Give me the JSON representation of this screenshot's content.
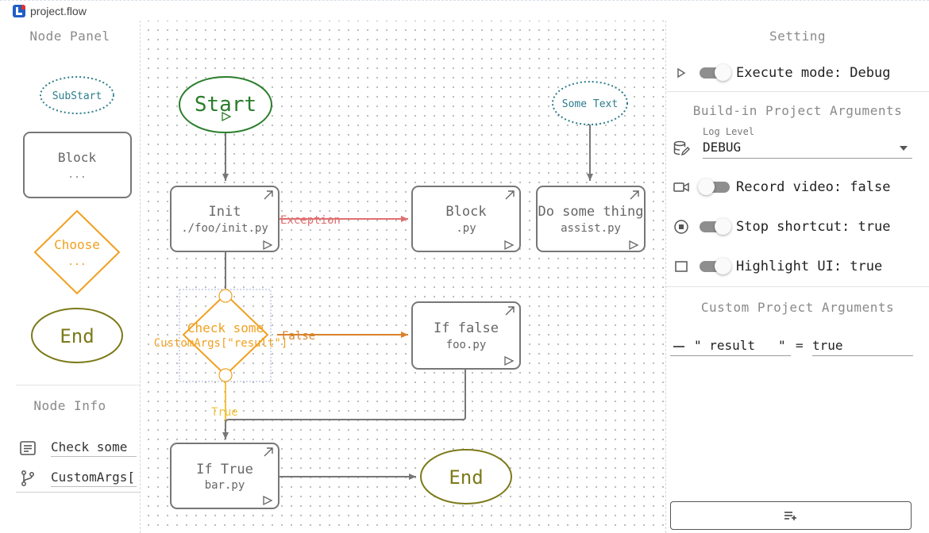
{
  "window": {
    "title": "project.flow"
  },
  "left_panel": {
    "node_panel_title": "Node Panel",
    "palette": {
      "substart": "SubStart",
      "block_title": "Block",
      "block_sub": "...",
      "choose_title": "Choose",
      "choose_sub": "...",
      "end": "End"
    },
    "node_info_title": "Node Info",
    "node_info": {
      "name_value": "Check some",
      "condition_value": "CustomArgs["
    }
  },
  "canvas": {
    "start": "Start",
    "some_text": "Some Text",
    "init": {
      "title": "Init",
      "sub": "./foo/init.py"
    },
    "block": {
      "title": "Block",
      "sub": ".py"
    },
    "do_some_thing": {
      "title": "Do some thing",
      "sub": "assist.py"
    },
    "check": {
      "title": "Check some",
      "sub": "CustomArgs[\"result\"]"
    },
    "if_false": {
      "title": "If false",
      "sub": "foo.py"
    },
    "if_true": {
      "title": "If True",
      "sub": "bar.py"
    },
    "end": "End",
    "edge_exception": "Exception",
    "edge_false": "False",
    "edge_true": "True",
    "colors": {
      "start_green": "#2a7d2a",
      "some_text_teal": "#2b7d8c",
      "choose_orange": "#f0a020",
      "end_olive": "#7c7a1a",
      "exception_red": "#e07070",
      "false_orange": "#d9822b",
      "true_yellow": "#f2c23a",
      "node_border": "#777777"
    }
  },
  "right_panel": {
    "setting_title": "Setting",
    "execute_mode": "Execute mode: Debug",
    "buildin_title": "Build-in Project Arguments",
    "log_level_caption": "Log Level",
    "log_level_value": "DEBUG",
    "record_video": "Record video: false",
    "stop_shortcut": "Stop shortcut: true",
    "highlight_ui": "Highlight UI: true",
    "custom_title": "Custom Project Arguments",
    "custom_arg": {
      "key": "\" result   \"",
      "eq": "=",
      "value": "true"
    }
  }
}
